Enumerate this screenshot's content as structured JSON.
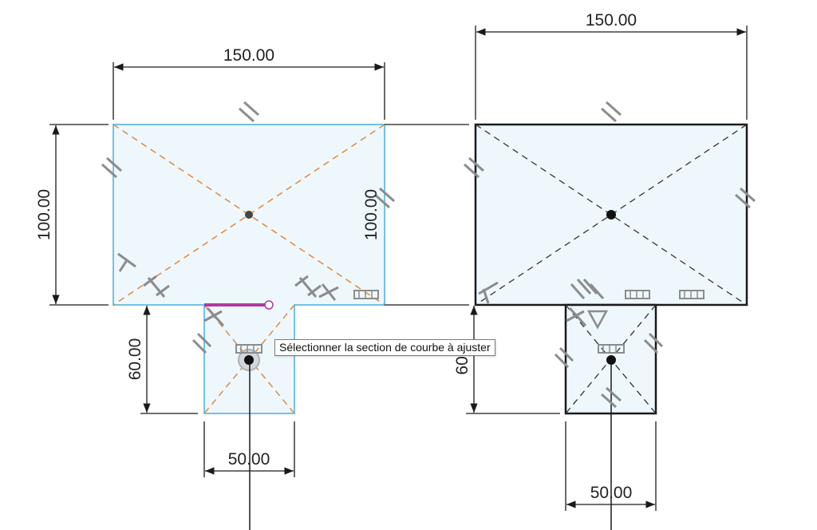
{
  "colors": {
    "sketch_blue": "#6fc3e8",
    "sketch_fill": "#eef7fc",
    "construction_orange": "#e08a3a",
    "selected_magenta": "#b03aa0",
    "black_profile": "#1a1a1a",
    "dimension_line": "#1a1a1a",
    "constraint_icon": "#8c8c8c"
  },
  "left_sketch": {
    "dim_top_width": "150.00",
    "dim_left_height": "100.00",
    "dim_inner_height": "100.00",
    "dim_bottom_height": "60.00",
    "dim_bottom_width": "50.00"
  },
  "right_sketch": {
    "dim_top_width": "150.00",
    "dim_left_height": "60.",
    "dim_bottom_width": "50.00"
  },
  "tooltip": {
    "text": "Sélectionner la section de courbe à ajuster"
  },
  "icons": [
    "parallel-constraint-icon",
    "perpendicular-constraint-icon",
    "horizontal-constraint-icon",
    "coincident-constraint-icon",
    "midpoint-constraint-icon",
    "triangle-constraint-icon",
    "center-point-icon",
    "trim-cursor-icon"
  ]
}
